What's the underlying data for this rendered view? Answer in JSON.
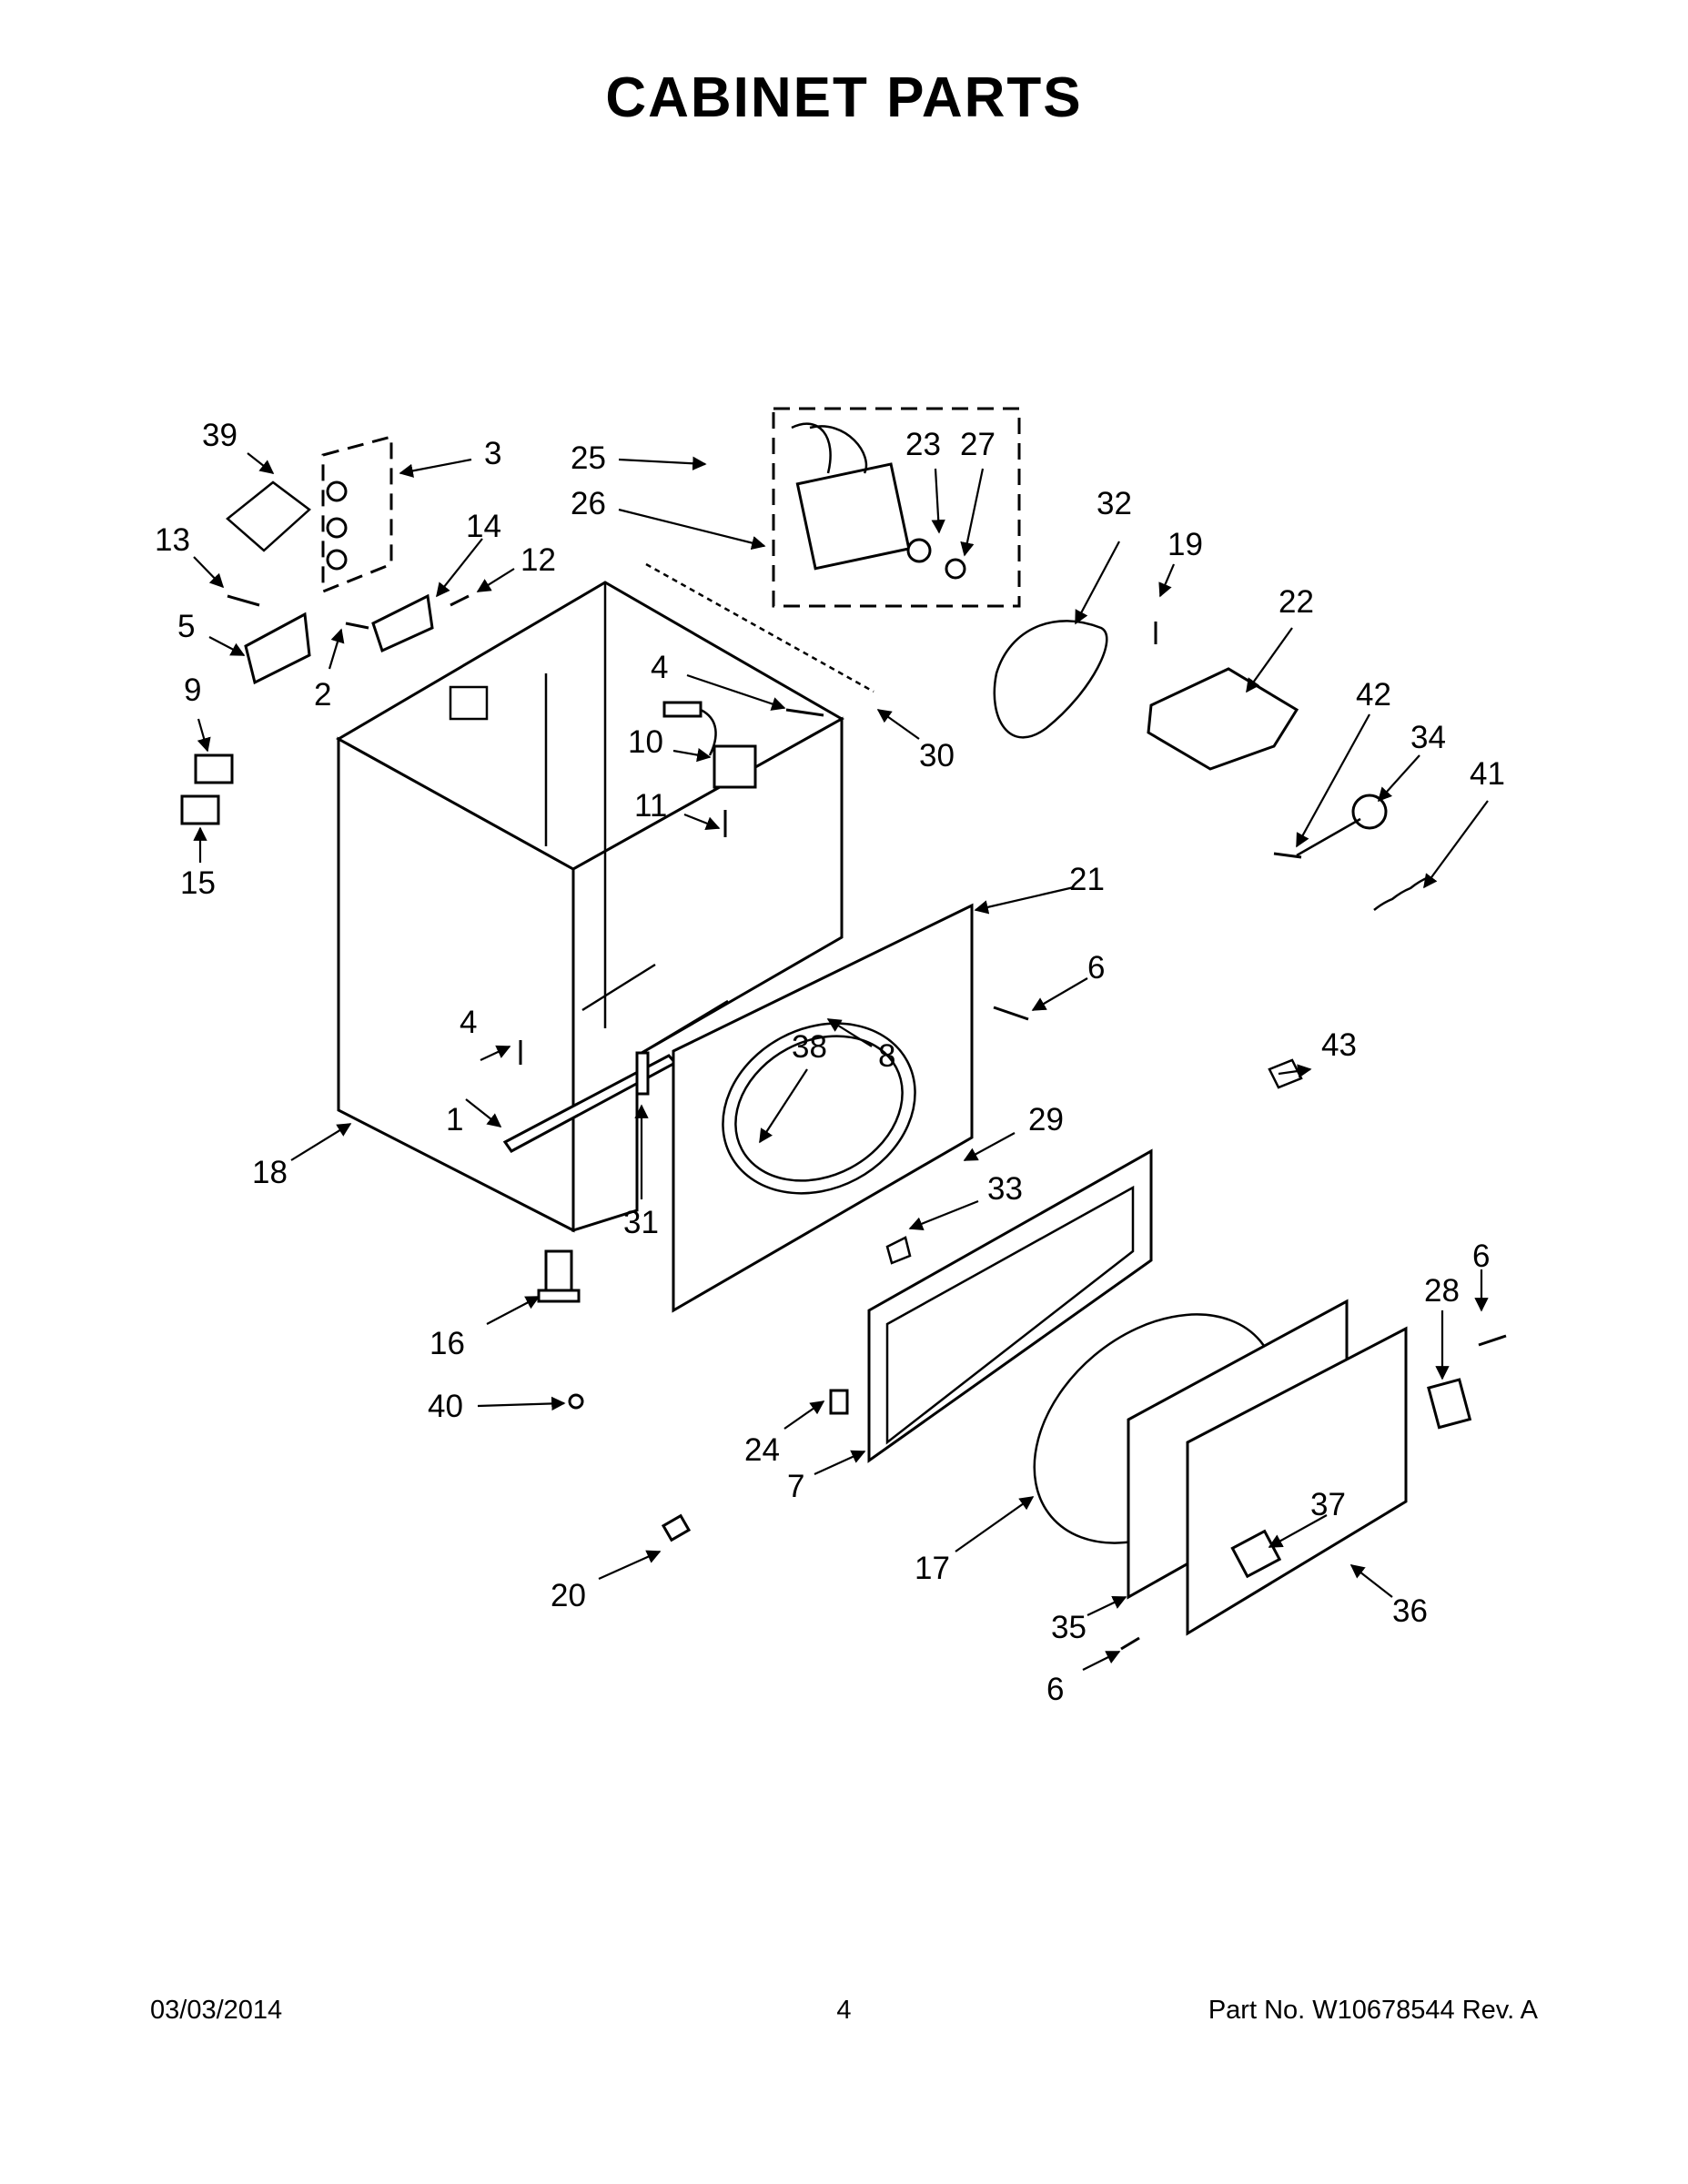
{
  "title": "CABINET PARTS",
  "callouts": [
    "1",
    "2",
    "3",
    "4",
    "4",
    "5",
    "6",
    "6",
    "6",
    "7",
    "8",
    "9",
    "10",
    "11",
    "12",
    "13",
    "14",
    "15",
    "16",
    "17",
    "18",
    "19",
    "20",
    "21",
    "22",
    "23",
    "24",
    "25",
    "26",
    "27",
    "28",
    "29",
    "30",
    "31",
    "32",
    "33",
    "34",
    "35",
    "36",
    "37",
    "38",
    "39",
    "40",
    "41",
    "42",
    "43"
  ],
  "footer": {
    "date": "03/03/2014",
    "page": "4",
    "part_number": "Part No.  W10678544  Rev.  A"
  }
}
